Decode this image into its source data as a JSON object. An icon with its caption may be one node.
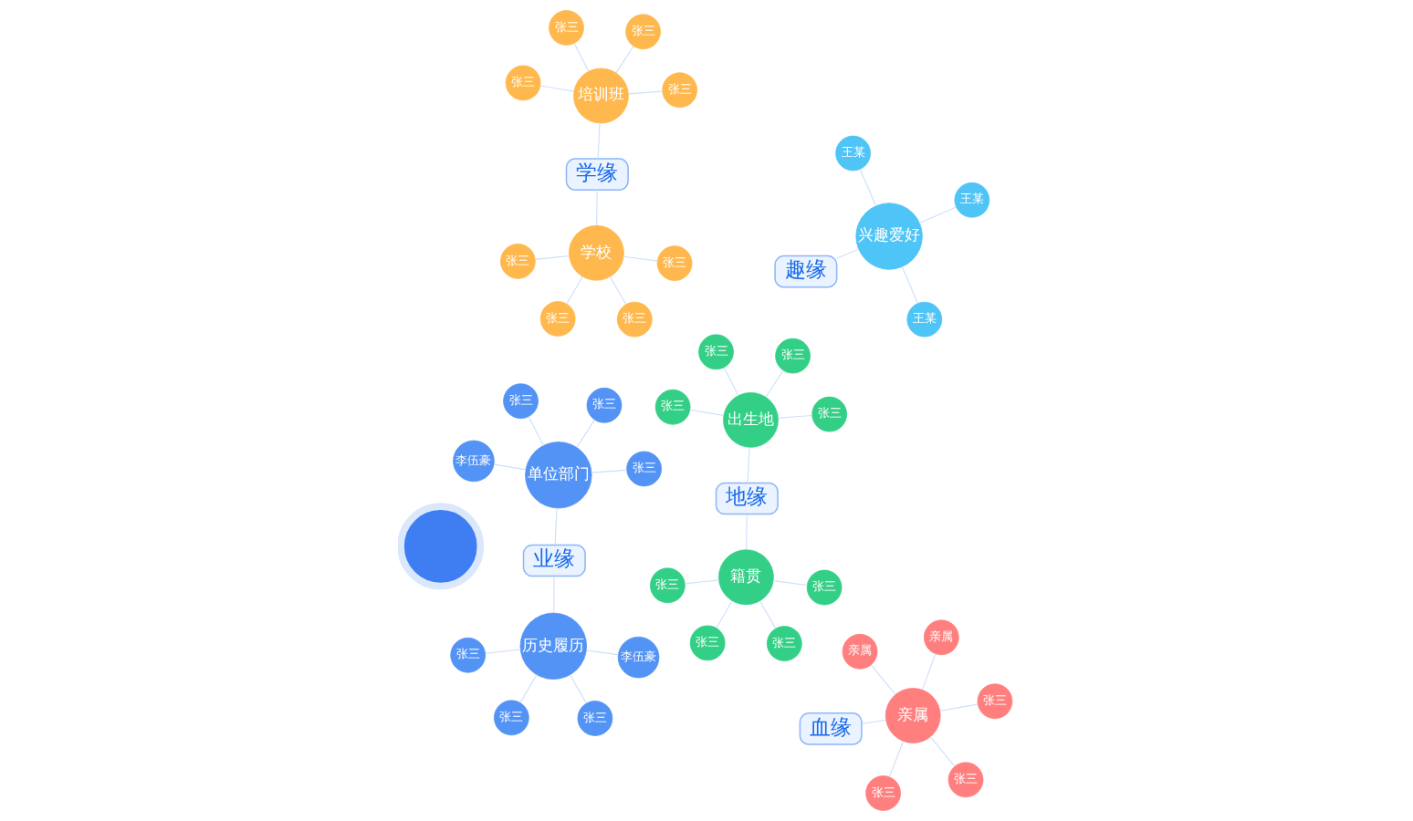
{
  "diagram": {
    "nodes": [
      {
        "text": [],
        "shape": "person"
      },
      {
        "text": [
          "血缘"
        ]
      },
      {
        "text": [
          "地缘"
        ]
      },
      {
        "text": [
          "学缘"
        ]
      },
      {
        "text": [
          "业缘"
        ]
      },
      {
        "text": [
          "趣缘"
        ]
      },
      {
        "text": [
          "亲属"
        ]
      },
      {
        "text": [
          "张三"
        ]
      },
      {
        "text": [
          "亲属"
        ]
      },
      {
        "text": [
          "张三"
        ]
      },
      {
        "text": [
          "亲属"
        ]
      },
      {
        "text": [
          "张三"
        ]
      },
      {
        "text": [
          "出生地"
        ]
      },
      {
        "text": [
          "张三"
        ]
      },
      {
        "text": [
          "张三"
        ]
      },
      {
        "text": [
          "张三"
        ]
      },
      {
        "text": [
          "张三"
        ]
      },
      {
        "text": [
          "籍贯"
        ]
      },
      {
        "text": [
          "张三"
        ]
      },
      {
        "text": [
          "张三"
        ]
      },
      {
        "text": [
          "张三"
        ]
      },
      {
        "text": [
          "张三"
        ]
      },
      {
        "text": [
          "培训班"
        ]
      },
      {
        "text": [
          "张三"
        ]
      },
      {
        "text": [
          "张三"
        ]
      },
      {
        "text": [
          "张三"
        ]
      },
      {
        "text": [
          "张三"
        ]
      },
      {
        "text": [
          "学校"
        ]
      },
      {
        "text": [
          "张三"
        ]
      },
      {
        "text": [
          "张三"
        ]
      },
      {
        "text": [
          "张三"
        ]
      },
      {
        "text": [
          "张三"
        ]
      },
      {
        "text": [
          "单位部门"
        ]
      },
      {
        "text": [
          "张三"
        ]
      },
      {
        "text": [
          "张三"
        ]
      },
      {
        "text": [
          "张三"
        ]
      },
      {
        "text": [
          "李伍豪"
        ]
      },
      {
        "text": [
          "历史履历"
        ]
      },
      {
        "text": [
          "李伍豪"
        ]
      },
      {
        "text": [
          "张三"
        ]
      },
      {
        "text": [
          "张三"
        ]
      },
      {
        "text": [
          "张三"
        ]
      },
      {
        "text": [
          "兴趣爱好"
        ]
      },
      {
        "text": [
          "王某"
        ]
      },
      {
        "text": [
          "王某"
        ]
      },
      {
        "text": [
          "王某"
        ]
      }
    ],
    "edges": [
      {
        "from": 1,
        "to": 6,
        "arrow": "none"
      },
      {
        "from": 6,
        "to": 7,
        "arrow": "none"
      },
      {
        "from": 6,
        "to": 8,
        "arrow": "none"
      },
      {
        "from": 6,
        "to": 9,
        "arrow": "none"
      },
      {
        "from": 6,
        "to": 10,
        "arrow": "none"
      },
      {
        "from": 6,
        "to": 11,
        "arrow": "none"
      },
      {
        "from": 2,
        "to": 12,
        "arrow": "none"
      },
      {
        "from": 12,
        "to": 13,
        "arrow": "none"
      },
      {
        "from": 12,
        "to": 14,
        "arrow": "none"
      },
      {
        "from": 12,
        "to": 15,
        "arrow": "none"
      },
      {
        "from": 12,
        "to": 16,
        "arrow": "none"
      },
      {
        "from": 2,
        "to": 17,
        "arrow": "none"
      },
      {
        "from": 17,
        "to": 18,
        "arrow": "none"
      },
      {
        "from": 17,
        "to": 19,
        "arrow": "none"
      },
      {
        "from": 17,
        "to": 20,
        "arrow": "none"
      },
      {
        "from": 17,
        "to": 21,
        "arrow": "none"
      },
      {
        "from": 3,
        "to": 22,
        "arrow": "none"
      },
      {
        "from": 22,
        "to": 23,
        "arrow": "none"
      },
      {
        "from": 22,
        "to": 24,
        "arrow": "none"
      },
      {
        "from": 22,
        "to": 25,
        "arrow": "none"
      },
      {
        "from": 22,
        "to": 26,
        "arrow": "none"
      },
      {
        "from": 3,
        "to": 27,
        "arrow": "none"
      },
      {
        "from": 27,
        "to": 28,
        "arrow": "none"
      },
      {
        "from": 27,
        "to": 29,
        "arrow": "none"
      },
      {
        "from": 27,
        "to": 30,
        "arrow": "none"
      },
      {
        "from": 27,
        "to": 31,
        "arrow": "none"
      },
      {
        "from": 4,
        "to": 32,
        "arrow": "none"
      },
      {
        "from": 32,
        "to": 33,
        "arrow": "none"
      },
      {
        "from": 32,
        "to": 34,
        "arrow": "none"
      },
      {
        "from": 32,
        "to": 35,
        "arrow": "none"
      },
      {
        "from": 32,
        "to": 36,
        "arrow": "none"
      },
      {
        "from": 4,
        "to": 37,
        "arrow": "none"
      },
      {
        "from": 37,
        "to": 38,
        "arrow": "none"
      },
      {
        "from": 37,
        "to": 39,
        "arrow": "none"
      },
      {
        "from": 37,
        "to": 40,
        "arrow": "none"
      },
      {
        "from": 37,
        "to": 41,
        "arrow": "none"
      },
      {
        "from": 5,
        "to": 42,
        "arrow": "none"
      },
      {
        "from": 42,
        "to": 43,
        "arrow": "none"
      },
      {
        "from": 42,
        "to": 44,
        "arrow": "none"
      },
      {
        "from": 42,
        "to": 45,
        "arrow": "none"
      }
    ]
  }
}
